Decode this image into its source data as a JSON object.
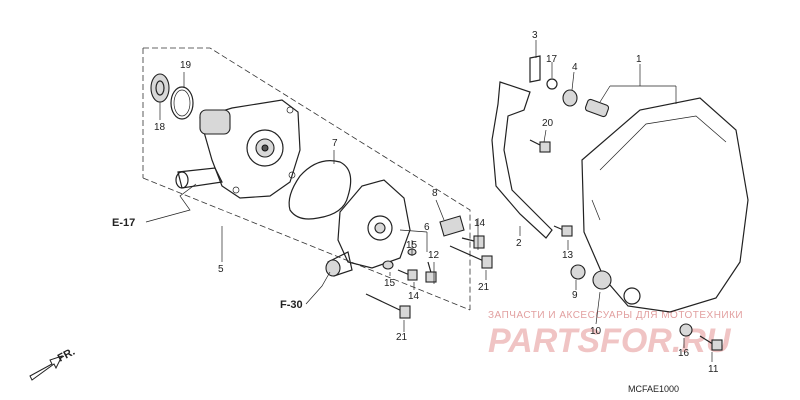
{
  "callouts": {
    "n1": "1",
    "n2": "2",
    "n3": "3",
    "n4": "4",
    "n5": "5",
    "n6": "6",
    "n7": "7",
    "n8": "8",
    "n9": "9",
    "n10": "10",
    "n11": "11",
    "n12": "12",
    "n13": "13",
    "n14a": "14",
    "n14b": "14",
    "n15a": "15",
    "n15b": "15",
    "n16": "16",
    "n17": "17",
    "n18": "18",
    "n19": "19",
    "n20": "20",
    "n21a": "21",
    "n21b": "21"
  },
  "references": {
    "e17": "E-17",
    "f30": "F-30",
    "fr": "FR."
  },
  "watermark": {
    "text_ru": "ЗАПЧАСТИ И АКСЕССУАРЫ ДЛЯ МОТОТЕХНИКИ",
    "brand": "PARTSFOR.RU"
  },
  "diagram_code": "MCFAE1000",
  "icons": {
    "arrow": "forward-arrow-icon"
  }
}
